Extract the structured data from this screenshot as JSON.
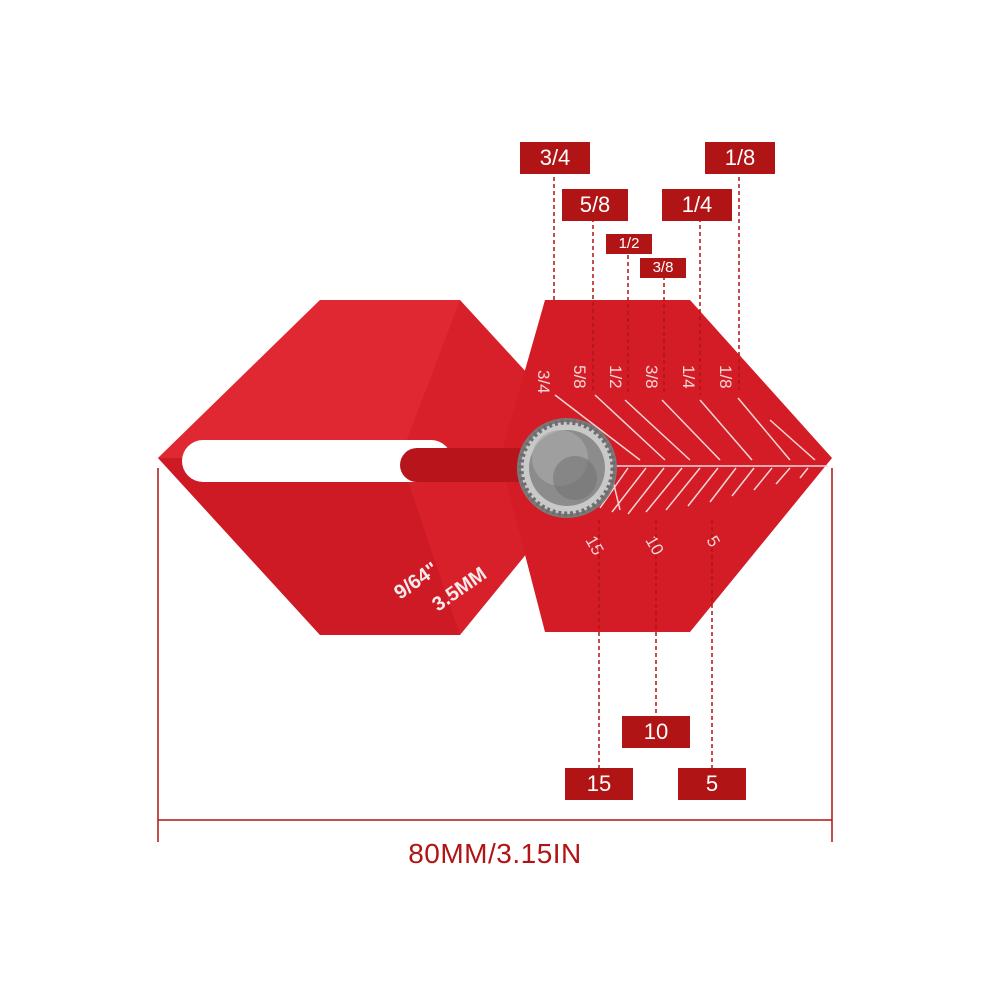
{
  "colors": {
    "body_red": "#d8202a",
    "body_shadow": "#b8141c",
    "dimension_red": "#b11414",
    "knob_silver": "#9a9a9a",
    "engraving": "#f4d6d6"
  },
  "icons": [
    "knurled-thumb-screw-icon"
  ],
  "product": {
    "engraving_fraction": "9/64\"",
    "engraving_metric": "3.5MM",
    "inch_scale_marks": [
      "3/4",
      "5/8",
      "1/2",
      "3/8",
      "1/4",
      "1/8"
    ],
    "metric_scale_marks": [
      "15",
      "10",
      "5"
    ]
  },
  "callouts": {
    "inch": [
      "3/4",
      "5/8",
      "1/2",
      "3/8",
      "1/4",
      "1/8"
    ],
    "metric": [
      "15",
      "10",
      "5"
    ]
  },
  "overall_dimension": "80MM/3.15IN"
}
